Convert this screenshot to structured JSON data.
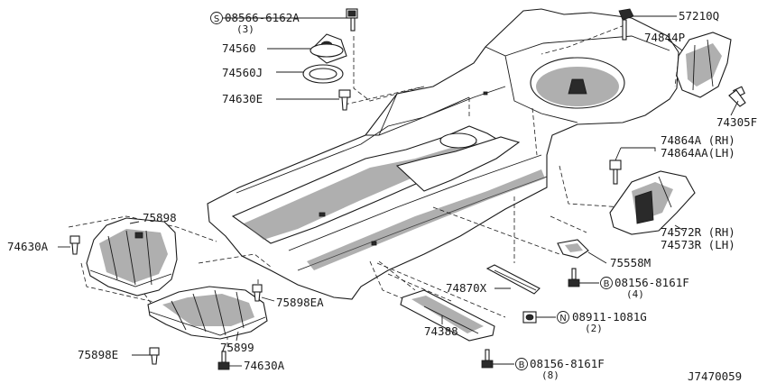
{
  "labels": {
    "p08566": "08566-6162A",
    "p08566_qty": "(3)",
    "p08566_prefix": "S",
    "p74560": "74560",
    "p74560J": "74560J",
    "p74630E": "74630E",
    "p57210Q": "57210Q",
    "p74844P": "74844P",
    "p74305F": "74305F",
    "p74864A": "74864A (RH)",
    "p74864AA": "74864AA(LH)",
    "p74572R": "74572R (RH)",
    "p74573R": "74573R (LH)",
    "p75558M": "75558M",
    "p08156_a": "08156-8161F",
    "p08156_a_qty": "(4)",
    "p08156_a_prefix": "B",
    "p74870X": "74870X",
    "p08911": "08911-1081G",
    "p08911_qty": "(2)",
    "p08911_prefix": "N",
    "p74388": "74388",
    "p08156_b": "08156-8161F",
    "p08156_b_qty": "(8)",
    "p08156_b_prefix": "B",
    "p75898": "75898",
    "p74630A_left": "74630A",
    "p75898EA": "75898EA",
    "p75899": "75899",
    "p75898E": "75898E",
    "p74630A_bottom": "74630A"
  },
  "diagram_id": "J7470059"
}
